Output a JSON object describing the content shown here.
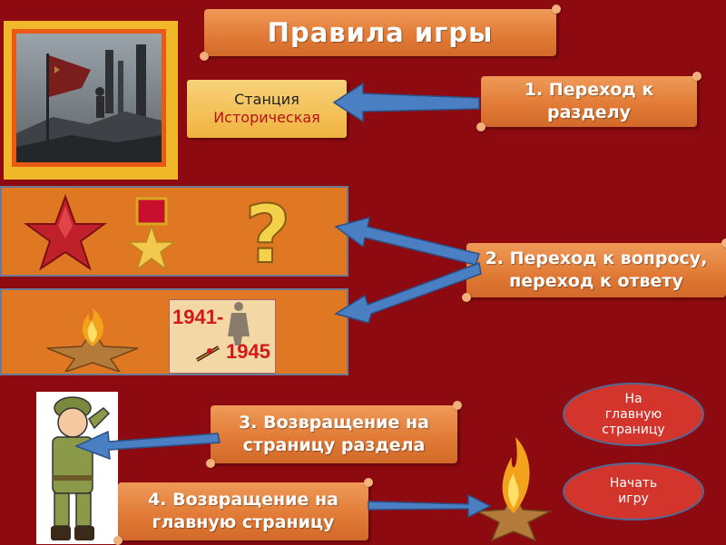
{
  "title": "Правила игры",
  "station": {
    "line1": "Станция",
    "line2": "Историческая"
  },
  "steps": {
    "s1": "1. Переход к разделу",
    "s2": "2. Переход к вопросу, переход к ответу",
    "s3": "3. Возвращение на страницу раздела",
    "s4": "4. Возвращение на главную страницу"
  },
  "buttons": {
    "home": "На главную страницу",
    "start": "Начать игру"
  },
  "icons": {
    "photo": "victory-banner-photo",
    "star": "red-star-icon",
    "medal": "gold-star-medal-icon",
    "question": "question-mark-icon",
    "flame": "eternal-flame-icon",
    "years": "years-1941-1945-image",
    "soldier": "saluting-soldier-icon"
  },
  "years_badge": {
    "left": "1941-",
    "right": "1945"
  },
  "colors": {
    "background": "#8c0a10",
    "scroll": "#e07935",
    "panel": "#e07722",
    "oval": "#d3342c",
    "arrow": "#4a7fc4"
  }
}
